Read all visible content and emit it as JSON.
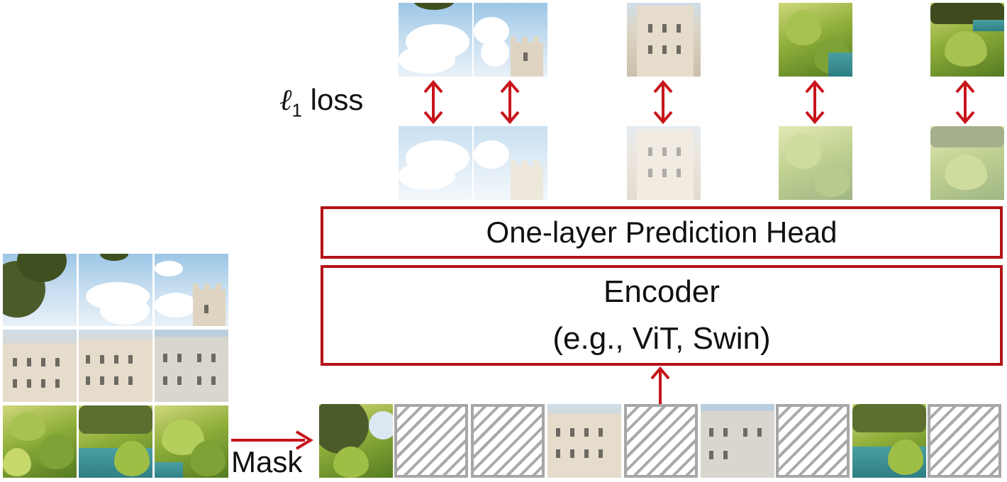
{
  "labels": {
    "loss_symbol": "ℓ",
    "loss_subscript": "1",
    "loss_word": "loss",
    "prediction_head": "One-layer Prediction Head",
    "encoder_line1": "Encoder",
    "encoder_line2": "(e.g., ViT, Swin)",
    "mask": "Mask"
  },
  "colors": {
    "accent_red": "#c8141b",
    "box_border": "#b31318",
    "mask_gray": "#a7a7a7"
  },
  "icons": {
    "double_arrow": "red-double-headed-arrow-icon",
    "up_arrow": "red-up-arrow-icon",
    "right_arrow": "red-right-arrow-icon"
  }
}
